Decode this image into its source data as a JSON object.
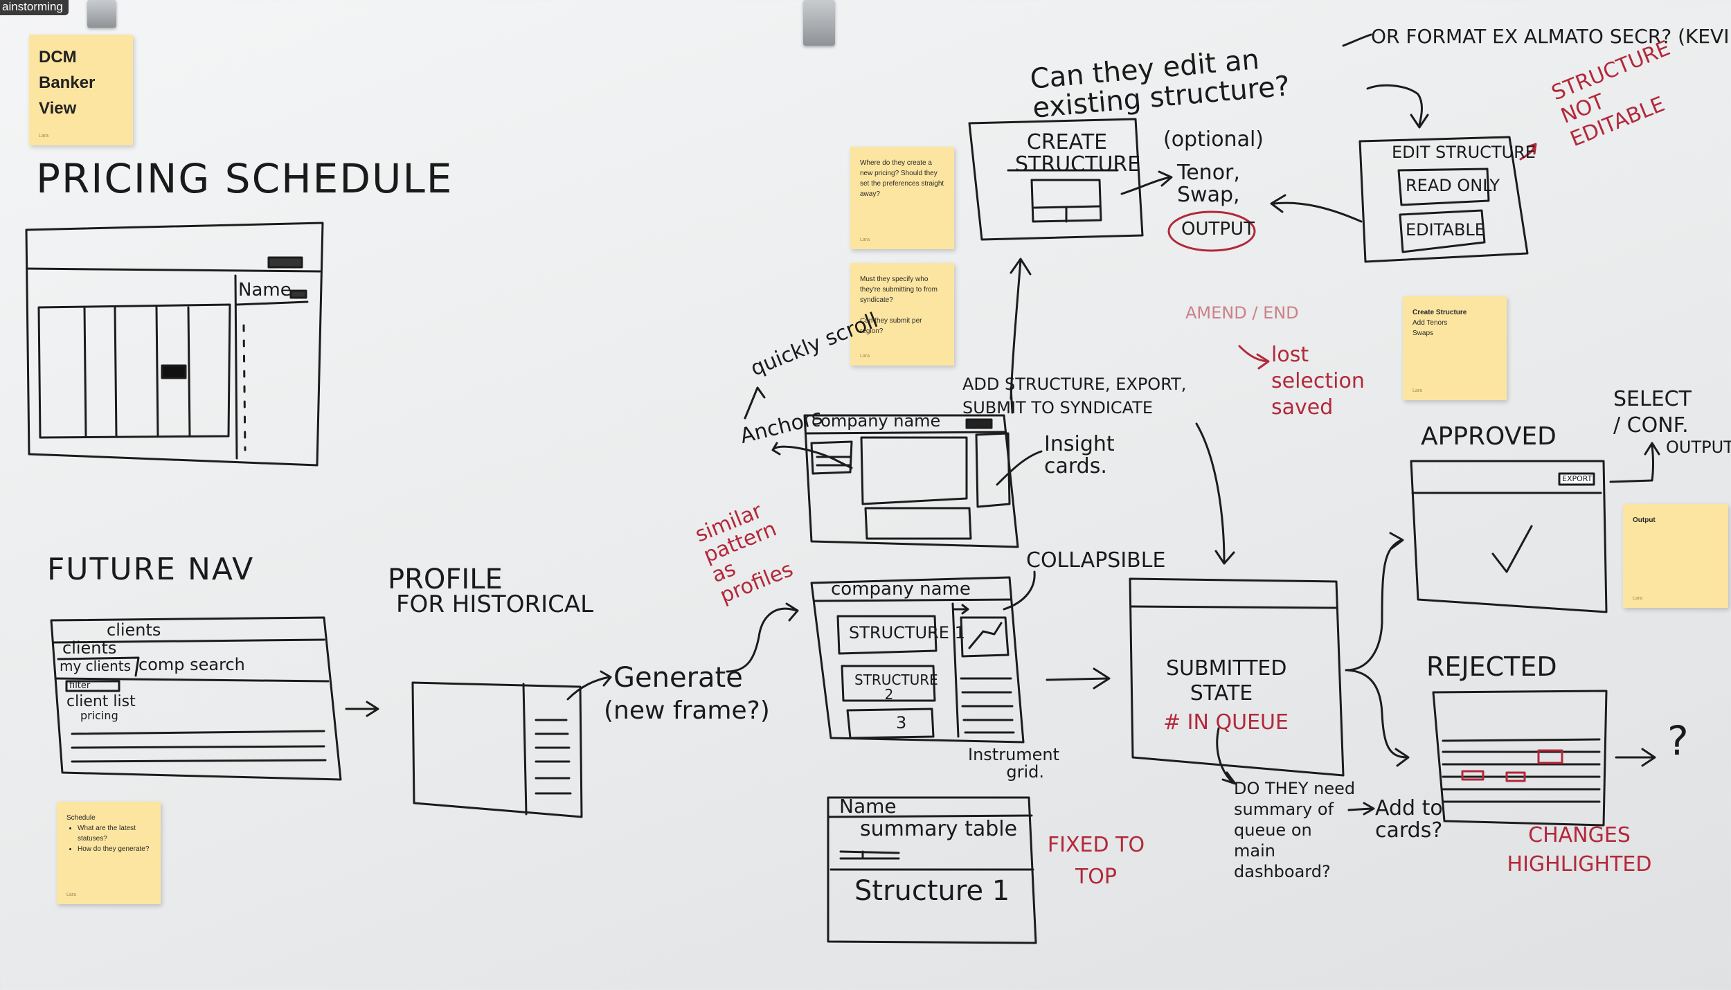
{
  "window_badge": "ainstorming",
  "colors": {
    "ink": "#1a1a1a",
    "red_ink": "#b3283a",
    "sticky": "#fce5a0",
    "board": "#eceeef"
  },
  "stickies": {
    "dcm": {
      "line1": "DCM",
      "line2": "Banker",
      "line3": "View",
      "author": "Lara"
    },
    "where": {
      "text": "Where do they create a new pricing? Should they set the preferences straight away?",
      "author": "Lara"
    },
    "must": {
      "text": "Must they specify who they're submitting to from syndicate?\n\nCan they submit per region?",
      "author": "Lara"
    },
    "create": {
      "title": "Create Structure",
      "line1": "Add Tenors",
      "line2": "Swaps",
      "author": "Lara"
    },
    "output": {
      "title": "Output",
      "author": "Lara"
    },
    "schedule": {
      "title": "Schedule",
      "bullet1": "What are the latest statuses?",
      "bullet2": "How do they generate?",
      "author": "Lara"
    }
  },
  "board": {
    "pricing_schedule": "PRICING SCHEDULE",
    "name_label": "Name",
    "future_nav": "FUTURE NAV",
    "nav_clients_header": "clients",
    "nav_clients": "clients",
    "nav_my_clients": "my clients",
    "nav_comp_search": "comp search",
    "nav_filter": "filter",
    "nav_client_list": "client list",
    "nav_pricing": "pricing",
    "profile": "PROFILE",
    "for_historical": "FOR HISTORICAL",
    "generate": "Generate",
    "new_frame": "(new frame?)",
    "quickly_scroll": "quickly scroll",
    "anchors": "Anchors",
    "similar": "similar pattern as profiles",
    "company_name_1": "company name",
    "insight_cards": "Insight cards.",
    "add_structure": "ADD STRUCTURE, EXPORT, SUBMIT TO SYNDICATE",
    "amend_end": "AMEND / END",
    "lost_selection": "lost selection saved",
    "can_edit": "Can they edit an existing structure?",
    "create_structure": "CREATE STRUCTURE",
    "optional": "(optional)",
    "tenor_swap": "Tenor, Swap,",
    "output": "OUTPUT",
    "or_format": "OR FORMAT EX ALMATO SECR? (KEVIN)",
    "edit_structure": "EDIT STRUCTURE",
    "read_only": "READ ONLY",
    "editable": "EDITABLE",
    "structure_not_editable": "STRUCTURE NOT EDITABLE",
    "collapsible": "COLLAPSIBLE",
    "company_name_2": "company name",
    "structure_1": "STRUCTURE 1",
    "structure_2": "STRUCTURE 2",
    "structure_3": "3",
    "instrument_grid": "Instrument grid.",
    "summary_name": "Name",
    "summary_table": "summary table",
    "structure_big": "Structure 1",
    "fixed_to_top": "FIXED TO TOP",
    "submitted_state": "SUBMITTED STATE",
    "in_queue": "# IN QUEUE",
    "do_they_need": "DO THEY need summary of queue on main dashboard?",
    "add_to_cards": "Add to cards?",
    "approved": "APPROVED",
    "export_btn": "EXPORT",
    "select_conf": "SELECT / CONF.",
    "output_small": "OUTPUT",
    "rejected": "REJECTED",
    "changes_highlighted": "CHANGES HIGHLIGHTED",
    "question": "?"
  }
}
